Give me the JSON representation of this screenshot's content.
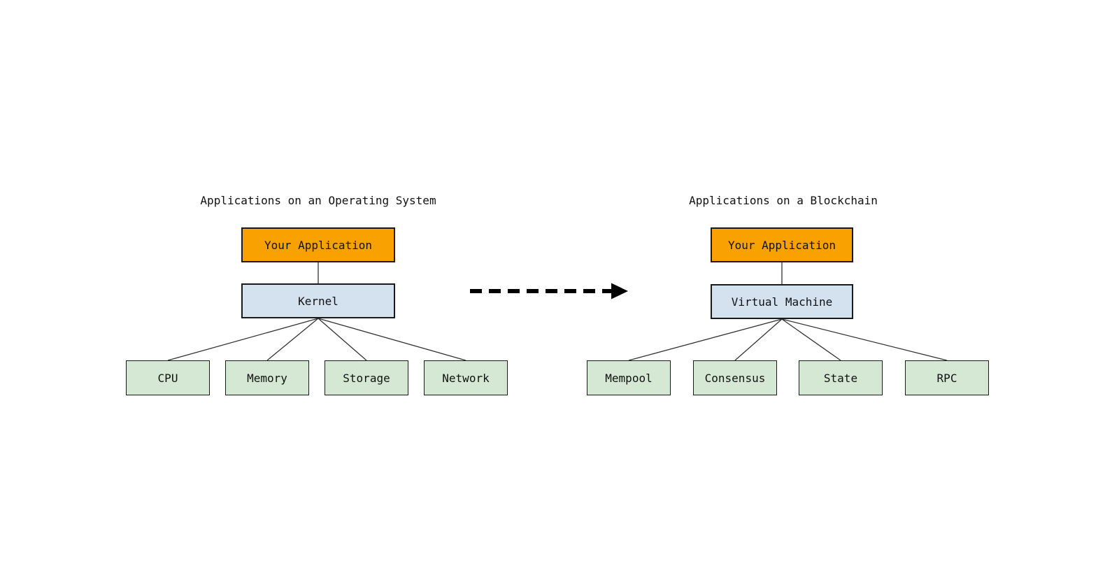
{
  "diagram": {
    "left": {
      "title": "Applications on an Operating System",
      "top_node": "Your Application",
      "middle_node": "Kernel",
      "child_nodes": [
        "CPU",
        "Memory",
        "Storage",
        "Network"
      ]
    },
    "right": {
      "title": "Applications on a Blockchain",
      "top_node": "Your Application",
      "middle_node": "Virtual Machine",
      "child_nodes": [
        "Mempool",
        "Consensus",
        "State",
        "RPC"
      ]
    },
    "colors": {
      "top_node_fill": "#F9A100",
      "middle_node_fill": "#D4E2F0",
      "child_node_fill": "#D5E8D4",
      "node_border": "#1A1A1A",
      "connector_line": "#333333",
      "transition_arrow": "#000000",
      "background": "#FFFFFF",
      "text": "#111111"
    }
  }
}
